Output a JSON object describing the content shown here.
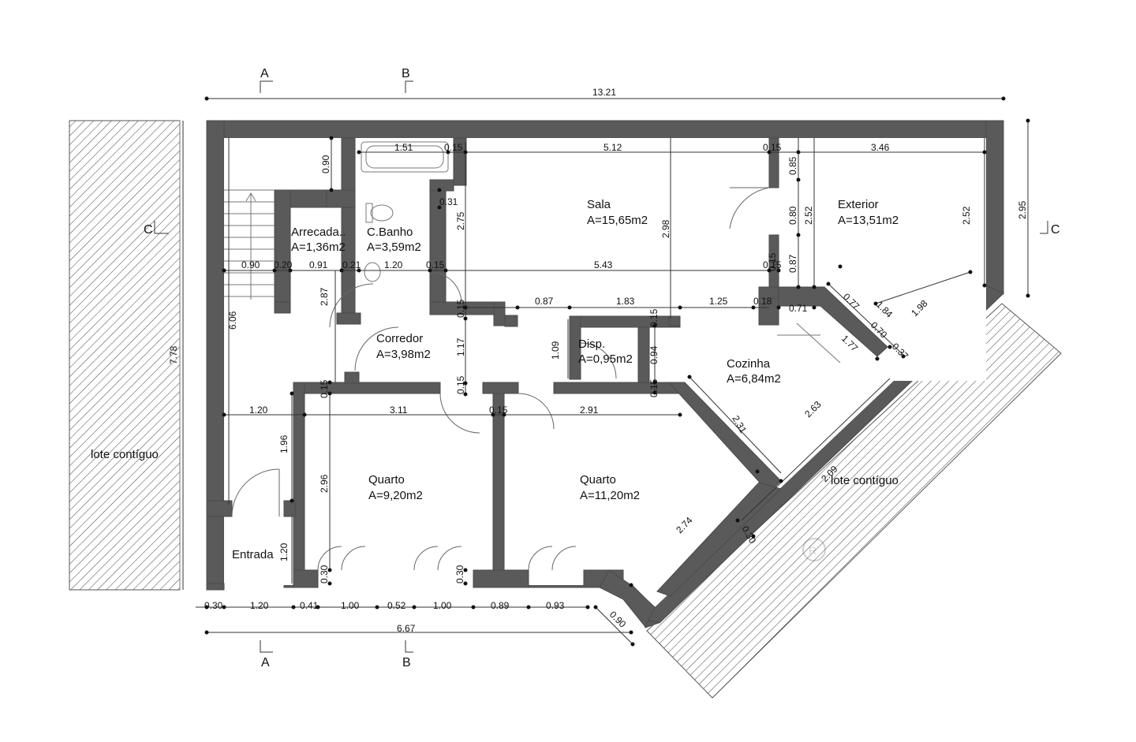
{
  "section_marks": {
    "a_top": "A",
    "b_top": "B",
    "a_bottom": "A",
    "b_bottom": "B",
    "c_left": "C",
    "c_right": "C"
  },
  "lots": {
    "left": "lote contíguo",
    "right": "lote contíguo"
  },
  "rooms": {
    "sala": {
      "name": "Sala",
      "area": "A=15,65m2"
    },
    "exterior": {
      "name": "Exterior",
      "area": "A=13,51m2"
    },
    "arrecadacao": {
      "name": "Arrecada..",
      "area": "A=1,36m2"
    },
    "banho": {
      "name": "C.Banho",
      "area": "A=3,59m2"
    },
    "corredor": {
      "name": "Corredor",
      "area": "A=3,98m2"
    },
    "disp": {
      "name": "Disp.",
      "area": "A=0,95m2"
    },
    "cozinha": {
      "name": "Cozinha",
      "area": "A=6,84m2"
    },
    "quarto1": {
      "name": "Quarto",
      "area": "A=9,20m2"
    },
    "quarto2": {
      "name": "Quarto",
      "area": "A=11,20m2"
    },
    "entrada": {
      "name": "Entrada"
    }
  },
  "dims": {
    "total_width": "13.21",
    "bottom_total": "6.67",
    "right_height": "2.95",
    "left_height": "7.78",
    "stair_height": "6.06",
    "d_151": "1.51",
    "d_015a": "0.15",
    "d_512": "5.12",
    "d_015b": "0.15",
    "d_346": "3.46",
    "d_090v": "0.90",
    "d_031": "0.31",
    "d_275": "2.75",
    "d_298": "2.98",
    "d_085": "0.85",
    "d_080": "0.80",
    "d_252a": "2.52",
    "d_087v": "0.87",
    "d_252b": "2.52",
    "d_090h": "0.90",
    "d_020": "0.20",
    "d_091": "0.91",
    "d_021": "0.21",
    "d_120a": "1.20",
    "d_015c": "0.15",
    "d_543": "5.43",
    "d_015d": "0.15",
    "d_287": "2.87",
    "d_015e": "0.15",
    "d_087h": "0.87",
    "d_183": "1.83",
    "d_125": "1.25",
    "d_018": "0.18",
    "d_071": "0.71",
    "d_077": "0.77",
    "d_184": "1.84",
    "d_198": "1.98",
    "d_070": "0.70",
    "d_177": "1.77",
    "d_037": "0.37",
    "d_015f": "0.15",
    "d_117": "1.17",
    "d_109": "1.09",
    "d_094": "0.94",
    "d_015g": "0.15",
    "d_015h": "0.15",
    "d_015i": "0.15",
    "d_015j": "0.15",
    "d_120b": "1.20",
    "d_311": "3.11",
    "d_015k": "0.15",
    "d_291": "2.91",
    "d_263": "2.63",
    "d_231": "2.31",
    "d_196": "1.96",
    "d_296": "2.96",
    "d_209": "2.09",
    "d_274": "2.74",
    "d_030a": "0.30",
    "d_120c": "1.20",
    "d_030b": "0.30",
    "d_030c": "0.30",
    "b_030": "0.30",
    "b_120": "1.20",
    "b_041": "0.41",
    "b_100a": "1.00",
    "b_052": "0.52",
    "b_100b": "1.00",
    "b_089": "0.89",
    "b_093": "0.93",
    "b_090": "0.90"
  },
  "colors": {
    "wall": "#5a5a5a",
    "watermark": "#d8d8d8"
  },
  "icons": {
    "watermark": "kw-logo-watermark",
    "registered": "registered-icon"
  }
}
